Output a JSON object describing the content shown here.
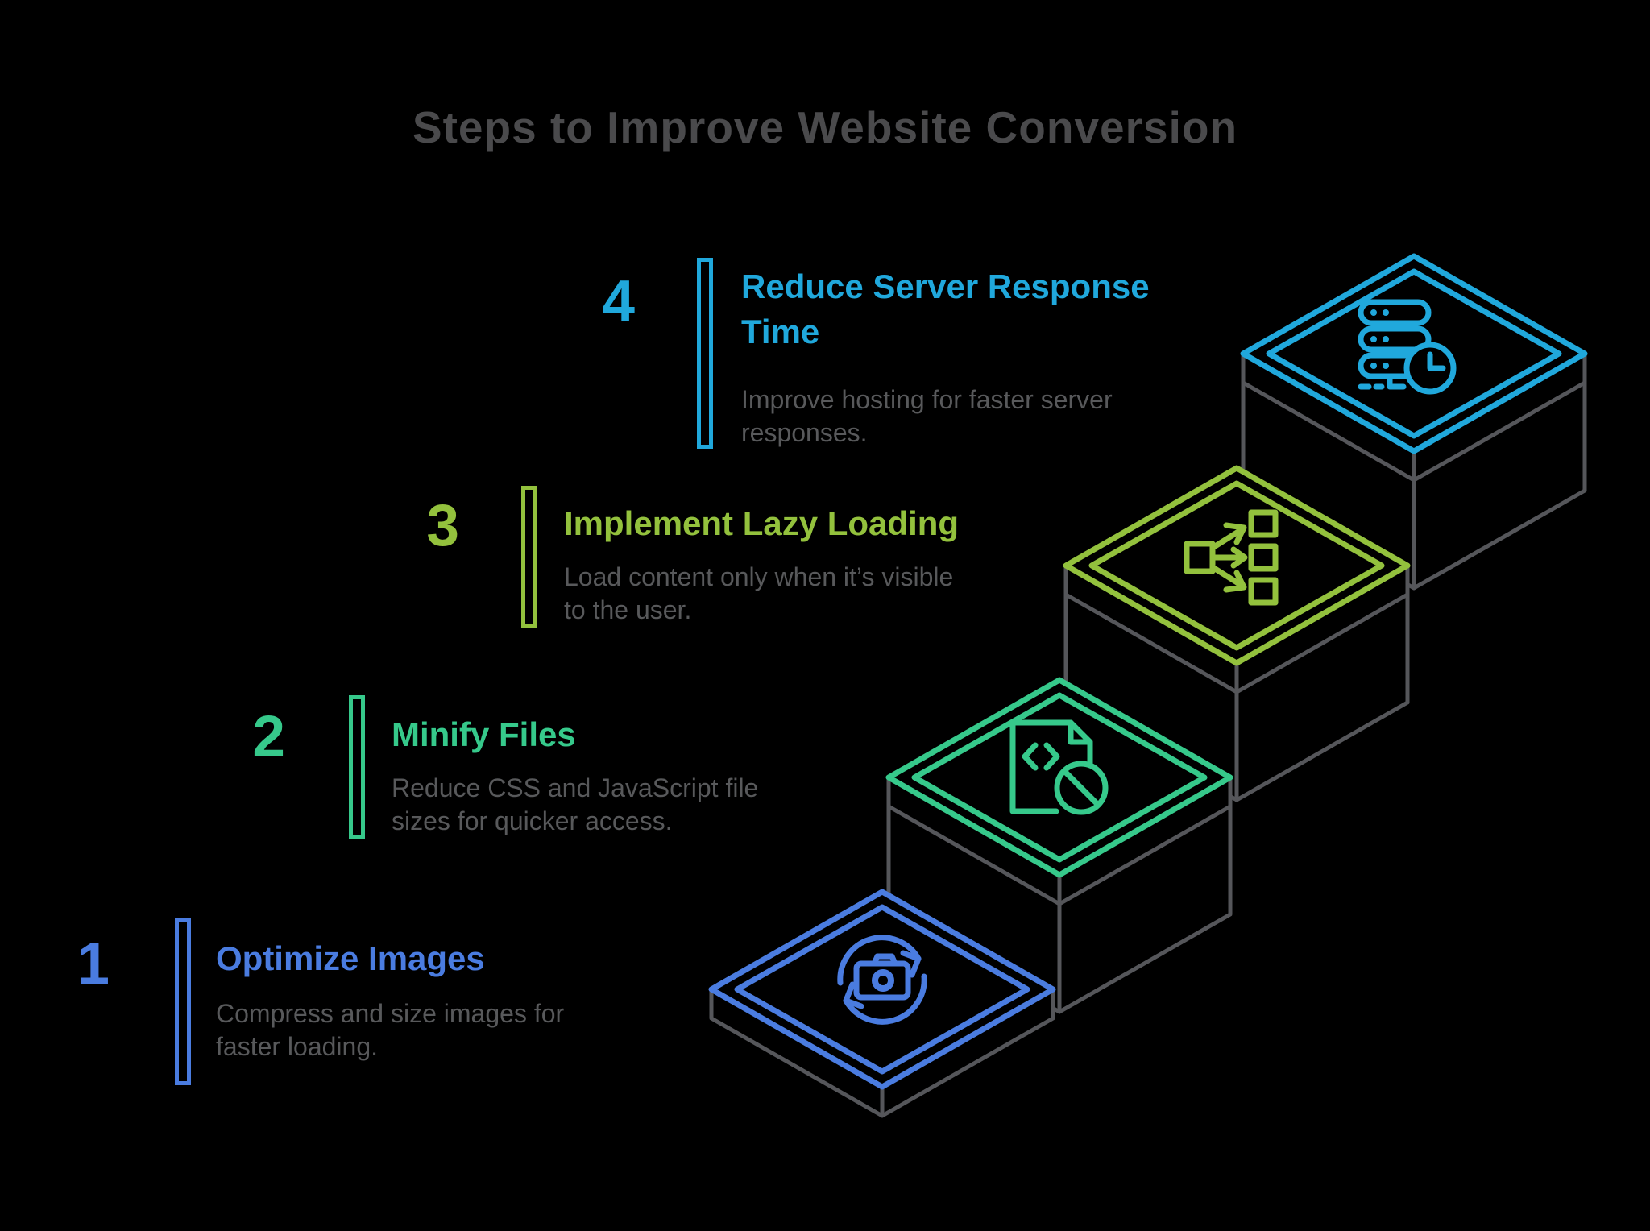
{
  "title": "Steps to Improve Website Conversion",
  "colors": {
    "step_1_blue": "#4A7CE0",
    "step_2_green": "#36C98B",
    "step_3_lime": "#93C13D",
    "step_4_cyan": "#20A8DC",
    "structure_gray": "#55565A",
    "body_text_gray": "#58595B",
    "title_gray": "#4A4A4C",
    "background": "#000000"
  },
  "steps": [
    {
      "number": "1",
      "heading_lines": [
        "Optimize Images"
      ],
      "description_lines": [
        "Compress and size images for",
        "faster loading."
      ],
      "color": "#4A7CE0",
      "icon": "camera-sync-icon"
    },
    {
      "number": "2",
      "heading_lines": [
        "Minify Files"
      ],
      "description_lines": [
        "Reduce CSS and JavaScript file",
        "sizes for quicker access."
      ],
      "color": "#36C98B",
      "icon": "code-file-minify-icon"
    },
    {
      "number": "3",
      "heading_lines": [
        "Implement Lazy Loading"
      ],
      "description_lines": [
        "Load content only when it’s visible",
        "to the user."
      ],
      "color": "#93C13D",
      "icon": "one-to-many-icon"
    },
    {
      "number": "4",
      "heading_lines": [
        "Reduce Server Response",
        "Time"
      ],
      "description_lines": [
        "Improve hosting for faster server",
        "responses."
      ],
      "color": "#20A8DC",
      "icon": "server-clock-icon"
    }
  ]
}
